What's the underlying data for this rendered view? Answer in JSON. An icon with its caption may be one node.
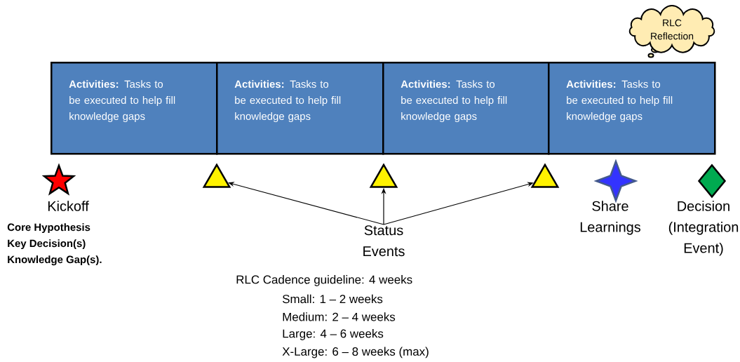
{
  "diagram": {
    "nodes": [
      {
        "text": [
          "**Activities:** Tasks to be executed to help fill knowledge gaps"
        ]
      },
      {
        "text": [
          "**Activities:** Tasks to be executed to help fill knowledge gaps"
        ]
      },
      {
        "text": [
          "**Activities:** Tasks to be executed to help fill knowledge gaps"
        ]
      },
      {
        "text": [
          "**Activities:** Tasks to be executed to help fill knowledge gaps"
        ]
      },
      {
        "text": [
          "RLC Reflection"
        ]
      },
      {
        "text": [
          "Kickoff"
        ],
        "beside": [
          "Core Hypothesis",
          "Key Decision(s)",
          "Knowledge Gap(s)."
        ]
      },
      {
        "text": [],
        "shape": "triangle"
      },
      {
        "text": [],
        "shape": "triangle"
      },
      {
        "text": [],
        "shape": "triangle"
      },
      {
        "text": [
          "Status Events"
        ]
      },
      {
        "text": [
          "Share Learnings"
        ]
      },
      {
        "text": [
          "Decision (Integration Event)"
        ]
      }
    ],
    "edges": [
      {
        "from": 9,
        "to": 6,
        "arrow": "to"
      },
      {
        "from": 9,
        "to": 7,
        "arrow": "to"
      },
      {
        "from": 9,
        "to": 8,
        "arrow": "to"
      }
    ],
    "labels": [
      "RLC Cadence guideline: 4 weeks",
      "Small: 1 – 2  weeks",
      "Medium: 2 – 4 weeks",
      "Large: 4 – 6 weeks",
      "X-Large: 6 – 8 weeks (max)"
    ]
  }
}
